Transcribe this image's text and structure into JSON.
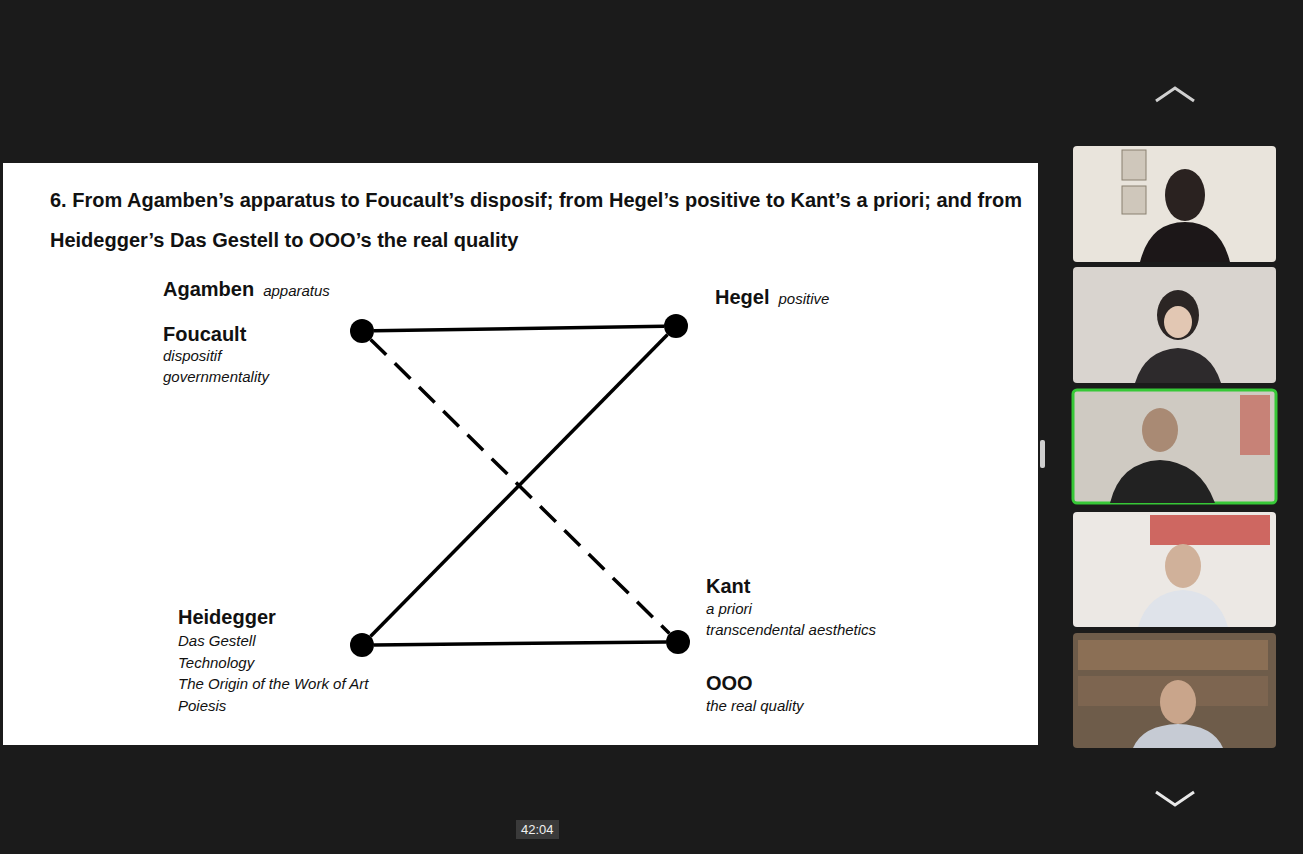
{
  "diagram": {
    "title": "6. From Agamben’s apparatus to Foucault’s disposif; from Hegel’s positive to Kant’s a priori; and from Heidegger’s Das Gestell to OOO’s the real quality",
    "nodes": [
      {
        "text": [
          "Agamben",
          "apparatus",
          "Foucault",
          "dispositif",
          "governmentality"
        ]
      },
      {
        "text": [
          "Hegel",
          "positive"
        ]
      },
      {
        "text": [
          "Heidegger",
          "Das Gestell",
          "Technology",
          "The Origin of the Work of Art",
          "Poiesis"
        ]
      },
      {
        "text": [
          "Kant",
          "a priori",
          "transcendental aesthetics",
          "OOO",
          "the real quality"
        ]
      }
    ],
    "edges": [
      {
        "from": 0,
        "to": 1,
        "arrow": "none"
      },
      {
        "from": 1,
        "to": 2,
        "arrow": "none"
      },
      {
        "from": 2,
        "to": 3,
        "arrow": "none"
      },
      {
        "from": 0,
        "to": 3,
        "arrow": "none"
      }
    ],
    "labels": [
      "42:04"
    ]
  }
}
